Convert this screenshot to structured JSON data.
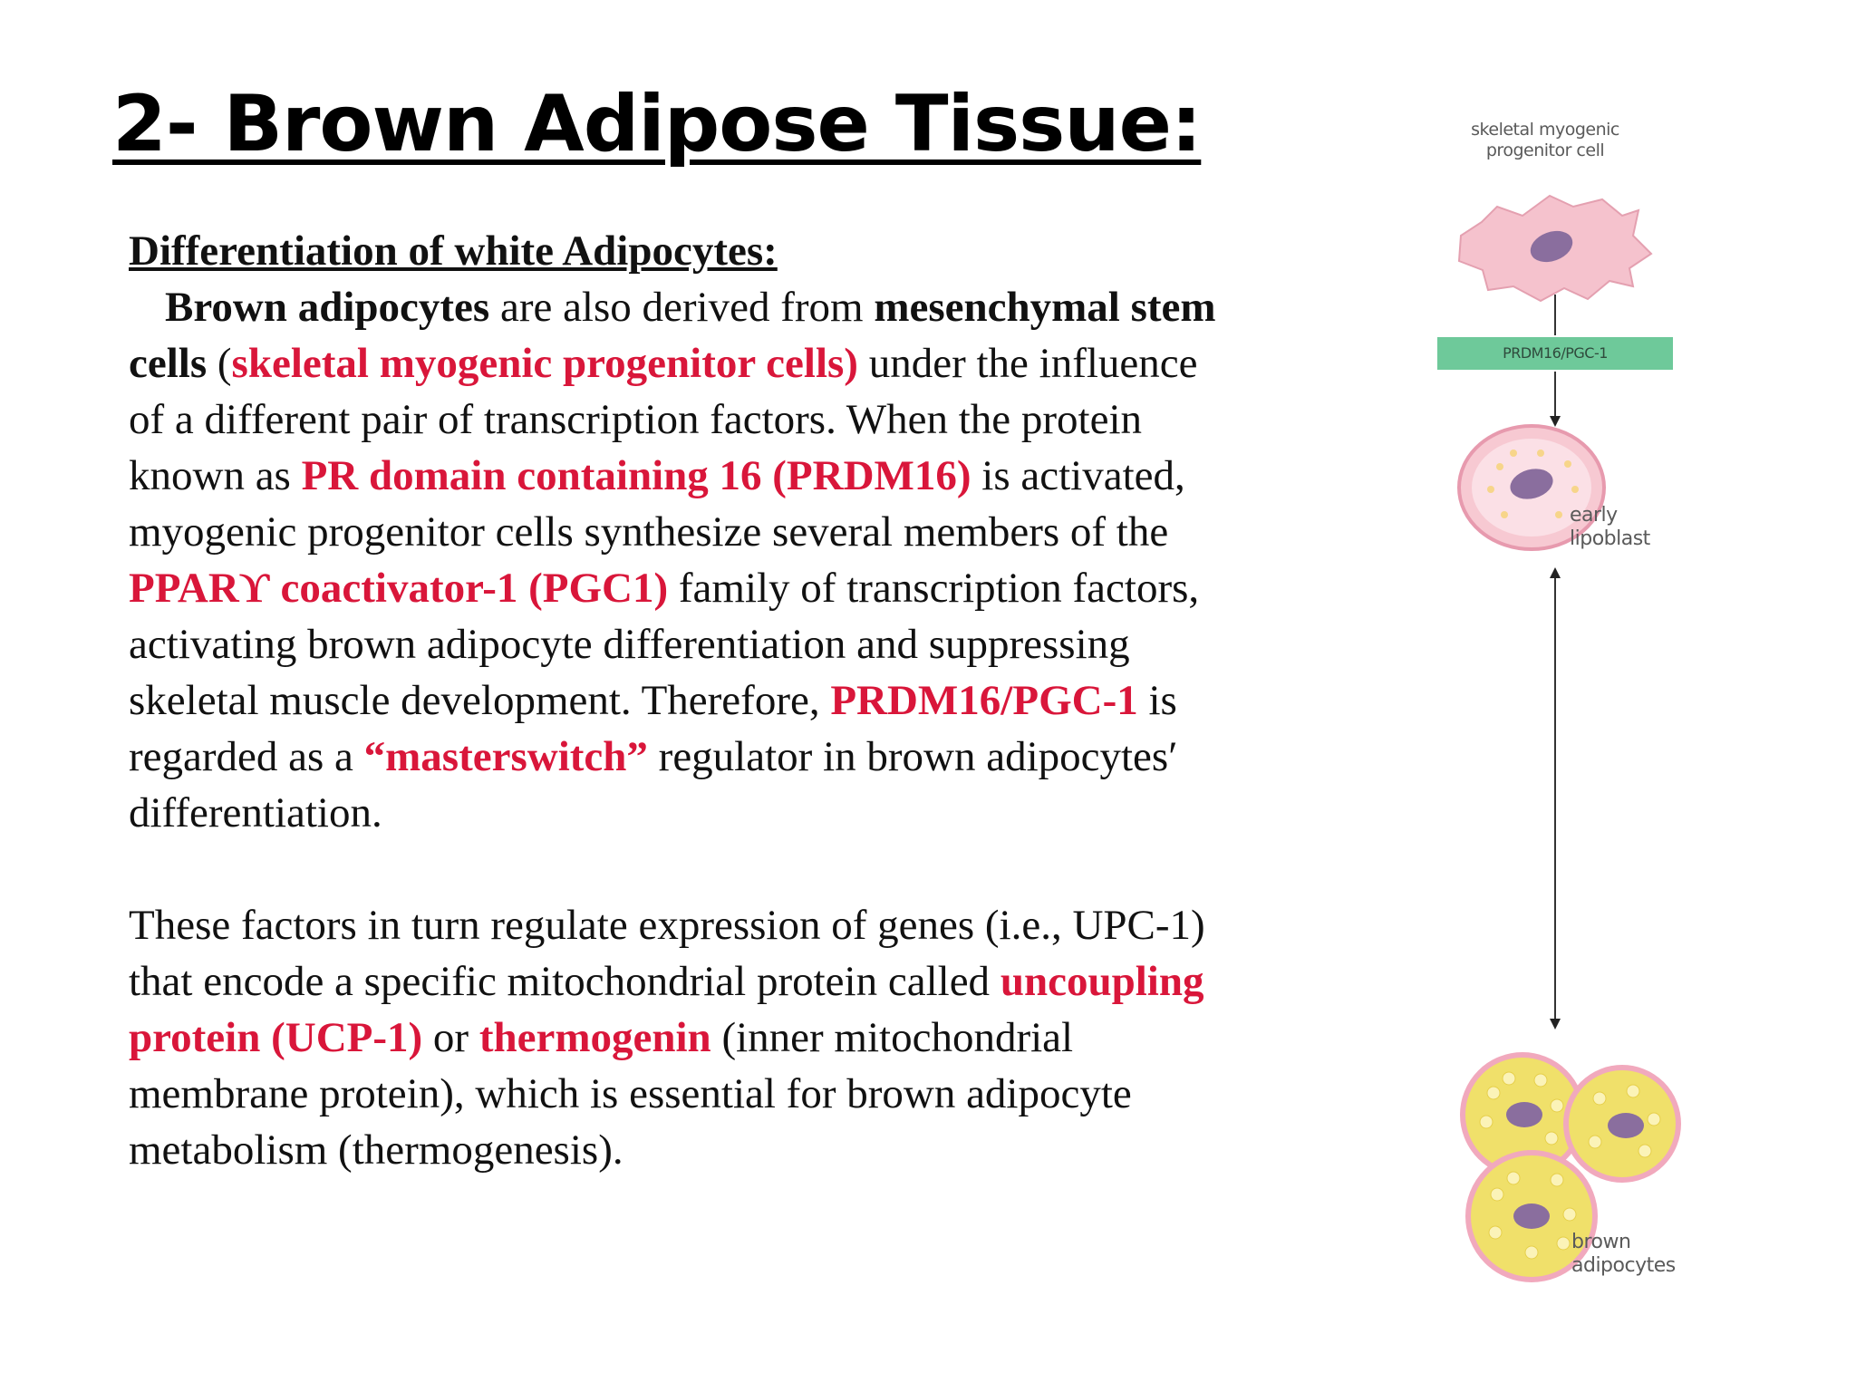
{
  "title": "2- Brown Adipose Tissue:",
  "subheading": "Differentiation of white Adipocytes:",
  "paragraph1": [
    {
      "text": "Brown adipocytes",
      "style": "bold"
    },
    {
      "text": " are also derived from ",
      "style": "normal"
    },
    {
      "text": "mesenchymal stem cells",
      "style": "bold"
    },
    {
      "text": " (",
      "style": "normal"
    },
    {
      "text": "skeletal myogenic progenitor cells)",
      "style": "red"
    },
    {
      "text": "  under the influence of a different pair of transcription factors. When the protein known as ",
      "style": "normal"
    },
    {
      "text": "PR domain containing 16 (PRDM16)",
      "style": "red"
    },
    {
      "text": " is activated, myogenic progenitor cells synthesize several members of the ",
      "style": "normal"
    },
    {
      "text": "PPARϒ coactivator-1 (PGC1)",
      "style": "red"
    },
    {
      "text": " family of transcription factors, activating brown adipocyte differentiation and suppressing skeletal muscle development. Therefore, ",
      "style": "normal"
    },
    {
      "text": "PRDM16/PGC-1",
      "style": "red"
    },
    {
      "text": " is regarded as a ",
      "style": "normal"
    },
    {
      "text": "“masterswitch”",
      "style": "red"
    },
    {
      "text": " regulator in brown adipocytes′ differentiation.",
      "style": "normal"
    }
  ],
  "paragraph2": [
    {
      "text": "These factors in turn regulate expression of genes (i.e., UPC-1) that encode a specific mitochondrial protein called ",
      "style": "normal"
    },
    {
      "text": "uncoupling protein (UCP-1)",
      "style": "red"
    },
    {
      "text": " or ",
      "style": "normal"
    },
    {
      "text": "thermogenin",
      "style": "red"
    },
    {
      "text": " (inner mitochondrial membrane protein), which is essential for brown adipocyte metabolism (thermogenesis).",
      "style": "normal"
    }
  ],
  "diagram": {
    "top_label_line1": "skeletal myogenic",
    "top_label_line2": "progenitor cell",
    "factor_label": "PRDM16/PGC-1",
    "early_label_line1": "early",
    "early_label_line2": "lipoblast",
    "brown_label_line1": "brown",
    "brown_label_line2": "adipocytes"
  },
  "colors": {
    "highlight_red": "#d9163a",
    "cell_pink": "#f5b8c4",
    "nucleus_purple": "#8a6e9e",
    "fat_yellow": "#f0e06a",
    "gene_box_green": "#6ec99a"
  }
}
